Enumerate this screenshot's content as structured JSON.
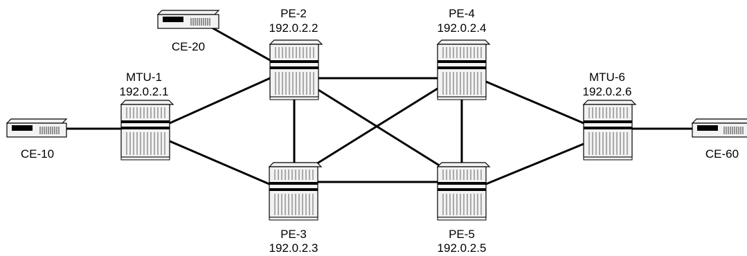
{
  "nodes": {
    "ce10": {
      "name": "CE-10",
      "kind": "host"
    },
    "ce20": {
      "name": "CE-20",
      "kind": "host"
    },
    "ce60": {
      "name": "CE-60",
      "kind": "host"
    },
    "mtu1": {
      "name": "MTU-1",
      "address": "192.0.2.1",
      "kind": "router"
    },
    "pe2": {
      "name": "PE-2",
      "address": "192.0.2.2",
      "kind": "router"
    },
    "pe3": {
      "name": "PE-3",
      "address": "192.0.2.3",
      "kind": "router"
    },
    "pe4": {
      "name": "PE-4",
      "address": "192.0.2.4",
      "kind": "router"
    },
    "pe5": {
      "name": "PE-5",
      "address": "192.0.2.5",
      "kind": "router"
    },
    "mtu6": {
      "name": "MTU-6",
      "address": "192.0.2.6",
      "kind": "router"
    }
  },
  "links": [
    [
      "ce10",
      "mtu1"
    ],
    [
      "ce20",
      "pe2"
    ],
    [
      "mtu1",
      "pe2"
    ],
    [
      "mtu1",
      "pe3"
    ],
    [
      "pe2",
      "pe4"
    ],
    [
      "pe2",
      "pe3"
    ],
    [
      "pe2",
      "pe5"
    ],
    [
      "pe3",
      "pe4"
    ],
    [
      "pe3",
      "pe5"
    ],
    [
      "pe4",
      "pe5"
    ],
    [
      "pe4",
      "mtu6"
    ],
    [
      "pe5",
      "mtu6"
    ],
    [
      "mtu6",
      "ce60"
    ]
  ],
  "colors": {
    "line": "#000000",
    "router_fill": "#f2f2f2",
    "router_band": "#000000",
    "host_fill": "#f2f2f2",
    "host_bar": "#000000"
  }
}
